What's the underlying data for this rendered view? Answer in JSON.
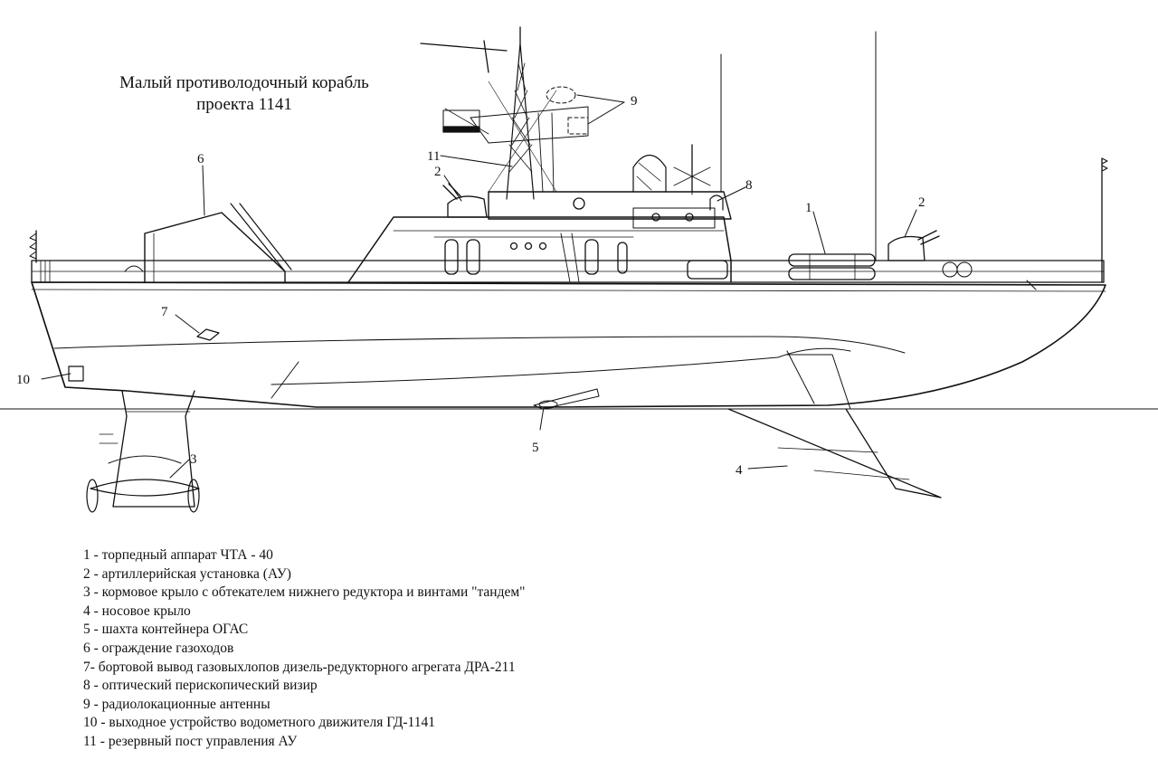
{
  "title": {
    "line1": "Малый противолодочный корабль",
    "line2": "проекта 1141"
  },
  "callouts": [
    "1",
    "2",
    "2",
    "3",
    "4",
    "5",
    "6",
    "7",
    "8",
    "9",
    "10",
    "11"
  ],
  "legend": [
    "1 - торпедный аппарат ЧТА - 40",
    "2 - артиллерийская установка (АУ)",
    "3 - кормовое крыло с обтекателем нижнего редуктора и винтами \"тандем\"",
    "4 - носовое крыло",
    "5 - шахта контейнера ОГАС",
    "6 - ограждение газоходов",
    "7- бортовой вывод газовыхлопов дизель-редукторного агрегата  ДРА-211",
    "8 - оптический перископический визир",
    "9 - радиолокационные антенны",
    "10 - выходное устройство водометного движителя ГД-1141",
    "11 - резервный пост управления АУ"
  ],
  "colors": {
    "ink": "#111111",
    "paper": "#ffffff"
  }
}
